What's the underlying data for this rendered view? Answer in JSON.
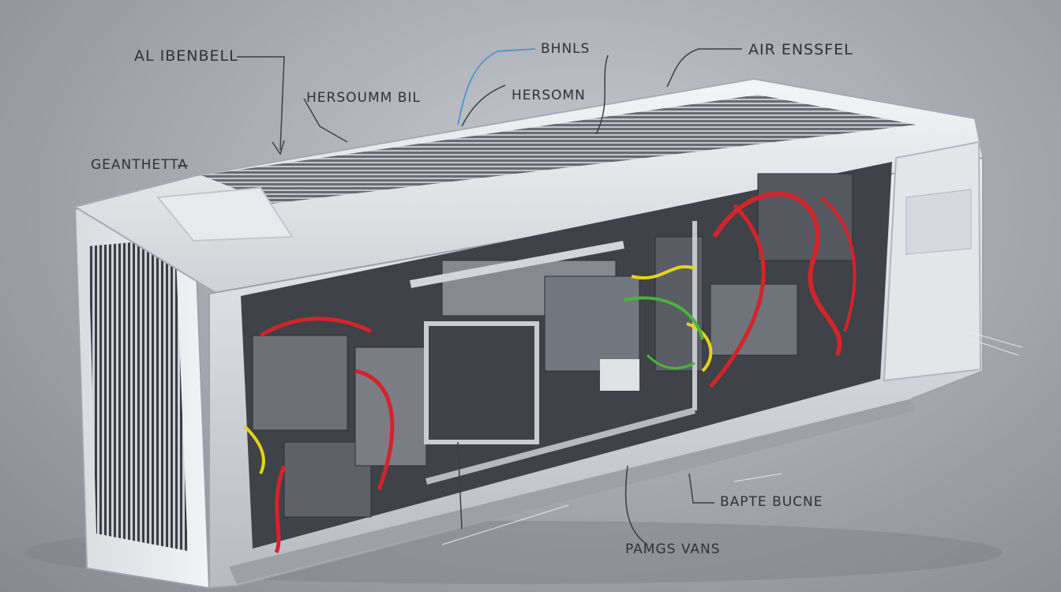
{
  "annotations": {
    "top_left": "AL IBENBELL",
    "left_mid": "HERSOUMM BIL",
    "left_lower": "GEANTHETTA",
    "top_center": "BHNLS",
    "center": "HERSOMN",
    "top_right": "AIR ENSSFEL",
    "bottom_right": "BAPTE BUCNE",
    "bottom_center": "PAMGS VANS"
  },
  "colors": {
    "housing": "#e6e8eb",
    "housing_shadow": "#b9bcc1",
    "interior": "#3f4246",
    "wire_red": "#d3242c",
    "wire_yellow": "#e7d21c",
    "wire_green": "#4bb33c",
    "accent_blue": "#3a8fd8"
  }
}
